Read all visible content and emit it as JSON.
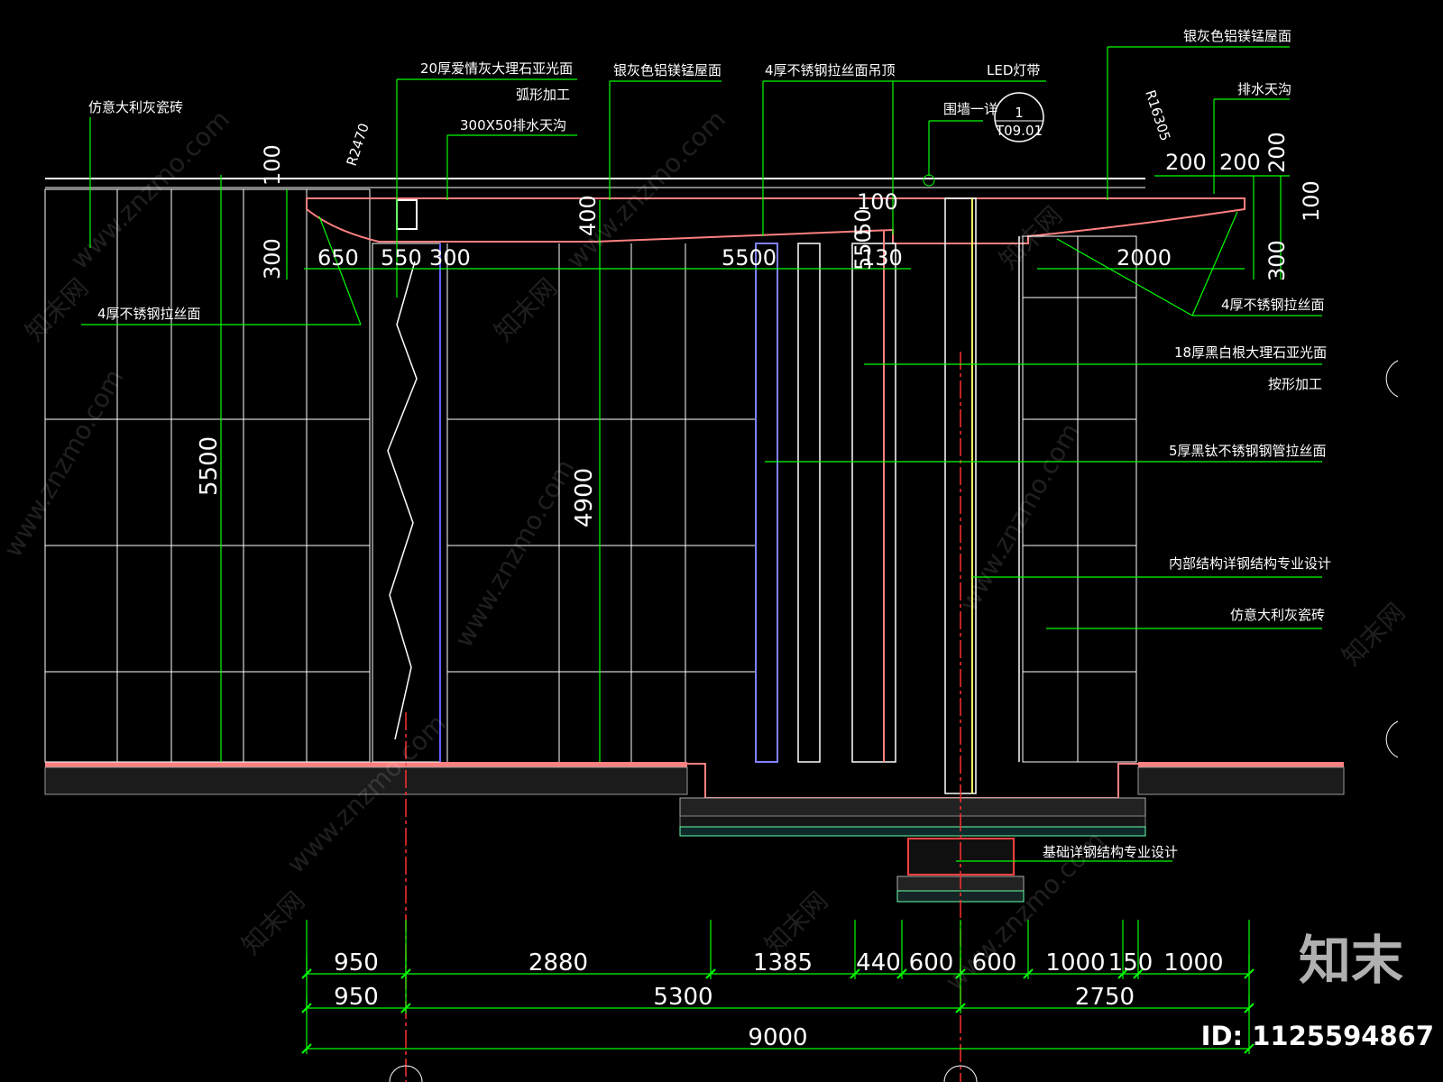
{
  "labels": {
    "tile_left": "仿意大利灰瓷砖",
    "marble_20": "20厚爱情灰大理石亚光面",
    "arc_process": "弧形加工",
    "gutter_300x50": "300X50排水天沟",
    "roof_mid": "银灰色铝镁锰屋面",
    "ceiling_ss": "4厚不锈钢拉丝面吊顶",
    "led": "LED灯带",
    "wall_detail": "围墙一详",
    "roof_right": "银灰色铝镁锰屋面",
    "gutter_right": "排水天沟",
    "ss_left": "4厚不锈钢拉丝面",
    "ss_right": "4厚不锈钢拉丝面",
    "marble_18": "18厚黑白根大理石亚光面",
    "shape_process": "按形加工",
    "ss_tube": "5厚黑钛不锈钢钢管拉丝面",
    "steel_struct": "内部结构详钢结构专业设计",
    "tile_right": "仿意大利灰瓷砖",
    "foundation": "基础详钢结构专业设计",
    "r_left": "R2470",
    "r_right": "R16305",
    "detail_no": "1",
    "detail_sheet": "T09.01"
  },
  "dims": {
    "h100_left": "100",
    "h300_left": "300",
    "w650": "650",
    "w550": "550",
    "w300": "300",
    "h400": "400",
    "w5500": "5500",
    "h100_mid": "100",
    "h50": "50",
    "h550": "550",
    "w130": "130",
    "w200a": "200",
    "w200b": "200",
    "h200_right": "200",
    "h100_right": "100",
    "h300_right": "300",
    "w2000": "2000",
    "h5500": "5500",
    "h4900": "4900"
  },
  "bottom_dims": {
    "row1": [
      "950",
      "2880",
      "1385",
      "440",
      "600",
      "600",
      "1000",
      "150",
      "1000"
    ],
    "row2": [
      "950",
      "5300",
      "2750"
    ],
    "row3": [
      "9000"
    ]
  },
  "watermark": {
    "site": "www.znzmo.com",
    "cn": "知末网",
    "brand": "知末",
    "id": "ID: 1125594867"
  },
  "colors": {
    "bg": "#000000",
    "leader": "#00ff00",
    "outline": "#ff8080",
    "structure": "#ffffff",
    "center": "#ff3030",
    "column": "#ffff66",
    "hatch": "#b0b0b0"
  }
}
